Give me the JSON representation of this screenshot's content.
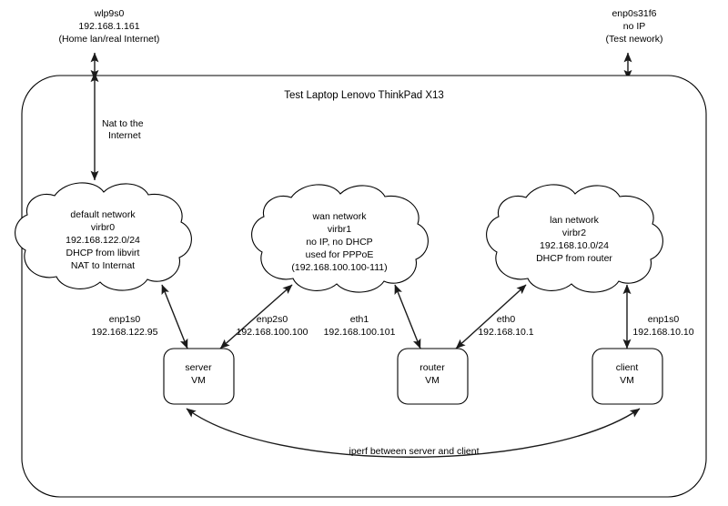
{
  "diagram": {
    "title": "Test Laptop Lenovo ThinkPad X13",
    "external_interfaces": [
      {
        "name": "wlp9s0",
        "address": "192.168.1.161",
        "note": "(Home lan/real Internet)"
      },
      {
        "name": "enp0s31f6",
        "address": "no IP",
        "note": "(Test nework)"
      }
    ],
    "nat_note": {
      "line1": "Nat to the",
      "line2": "Internet"
    },
    "networks": [
      {
        "name": "default network",
        "bridge": "virbr0",
        "subnet": "192.168.122.0/24",
        "dhcp": "DHCP from libvirt",
        "extra": "NAT to Internat"
      },
      {
        "name": "wan network",
        "bridge": "virbr1",
        "subnet": "no IP, no DHCP",
        "dhcp": "used for PPPoE",
        "extra": "(192.168.100.100-111)"
      },
      {
        "name": "lan network",
        "bridge": "virbr2",
        "subnet": "192.168.10.0/24",
        "dhcp": "DHCP from router",
        "extra": ""
      }
    ],
    "vms": [
      {
        "name": "server",
        "kind": "VM"
      },
      {
        "name": "router",
        "kind": "VM"
      },
      {
        "name": "client",
        "kind": "VM"
      }
    ],
    "interfaces": [
      {
        "name": "enp1s0",
        "address": "192.168.122.95"
      },
      {
        "name": "enp2s0",
        "address": "192.168.100.100"
      },
      {
        "name": "eth1",
        "address": "192.168.100.101"
      },
      {
        "name": "eth0",
        "address": "192.168.10.1"
      },
      {
        "name": "enp1s0",
        "address": "192.168.10.10"
      }
    ],
    "bottom_link_label": "iperf between server and client",
    "colors": {
      "stroke": "#000000",
      "connector": "#1a1a1a",
      "background": "#ffffff"
    }
  }
}
